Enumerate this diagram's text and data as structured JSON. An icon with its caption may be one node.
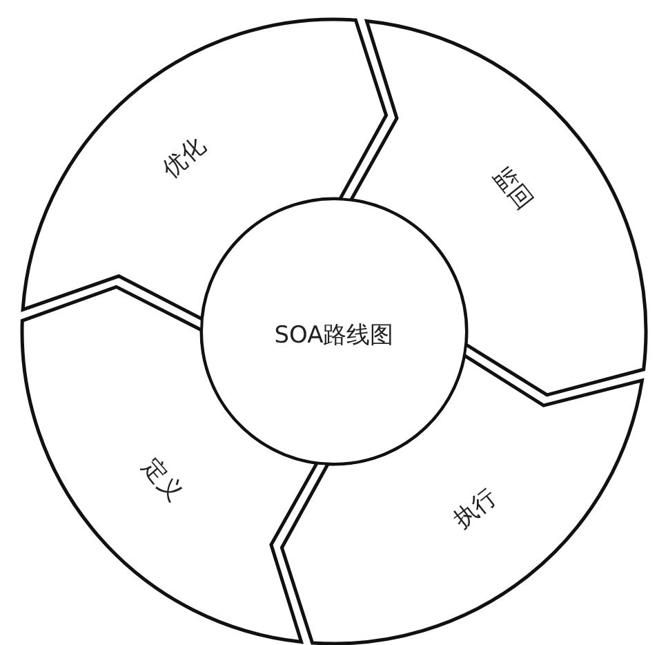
{
  "diagram": {
    "nodes": [
      {
        "text": [
          "SOA路线图"
        ]
      },
      {
        "text": [
          "优化"
        ]
      },
      {
        "text": [
          "监回"
        ]
      },
      {
        "text": [
          "执行"
        ]
      },
      {
        "text": [
          "定义"
        ]
      }
    ]
  }
}
